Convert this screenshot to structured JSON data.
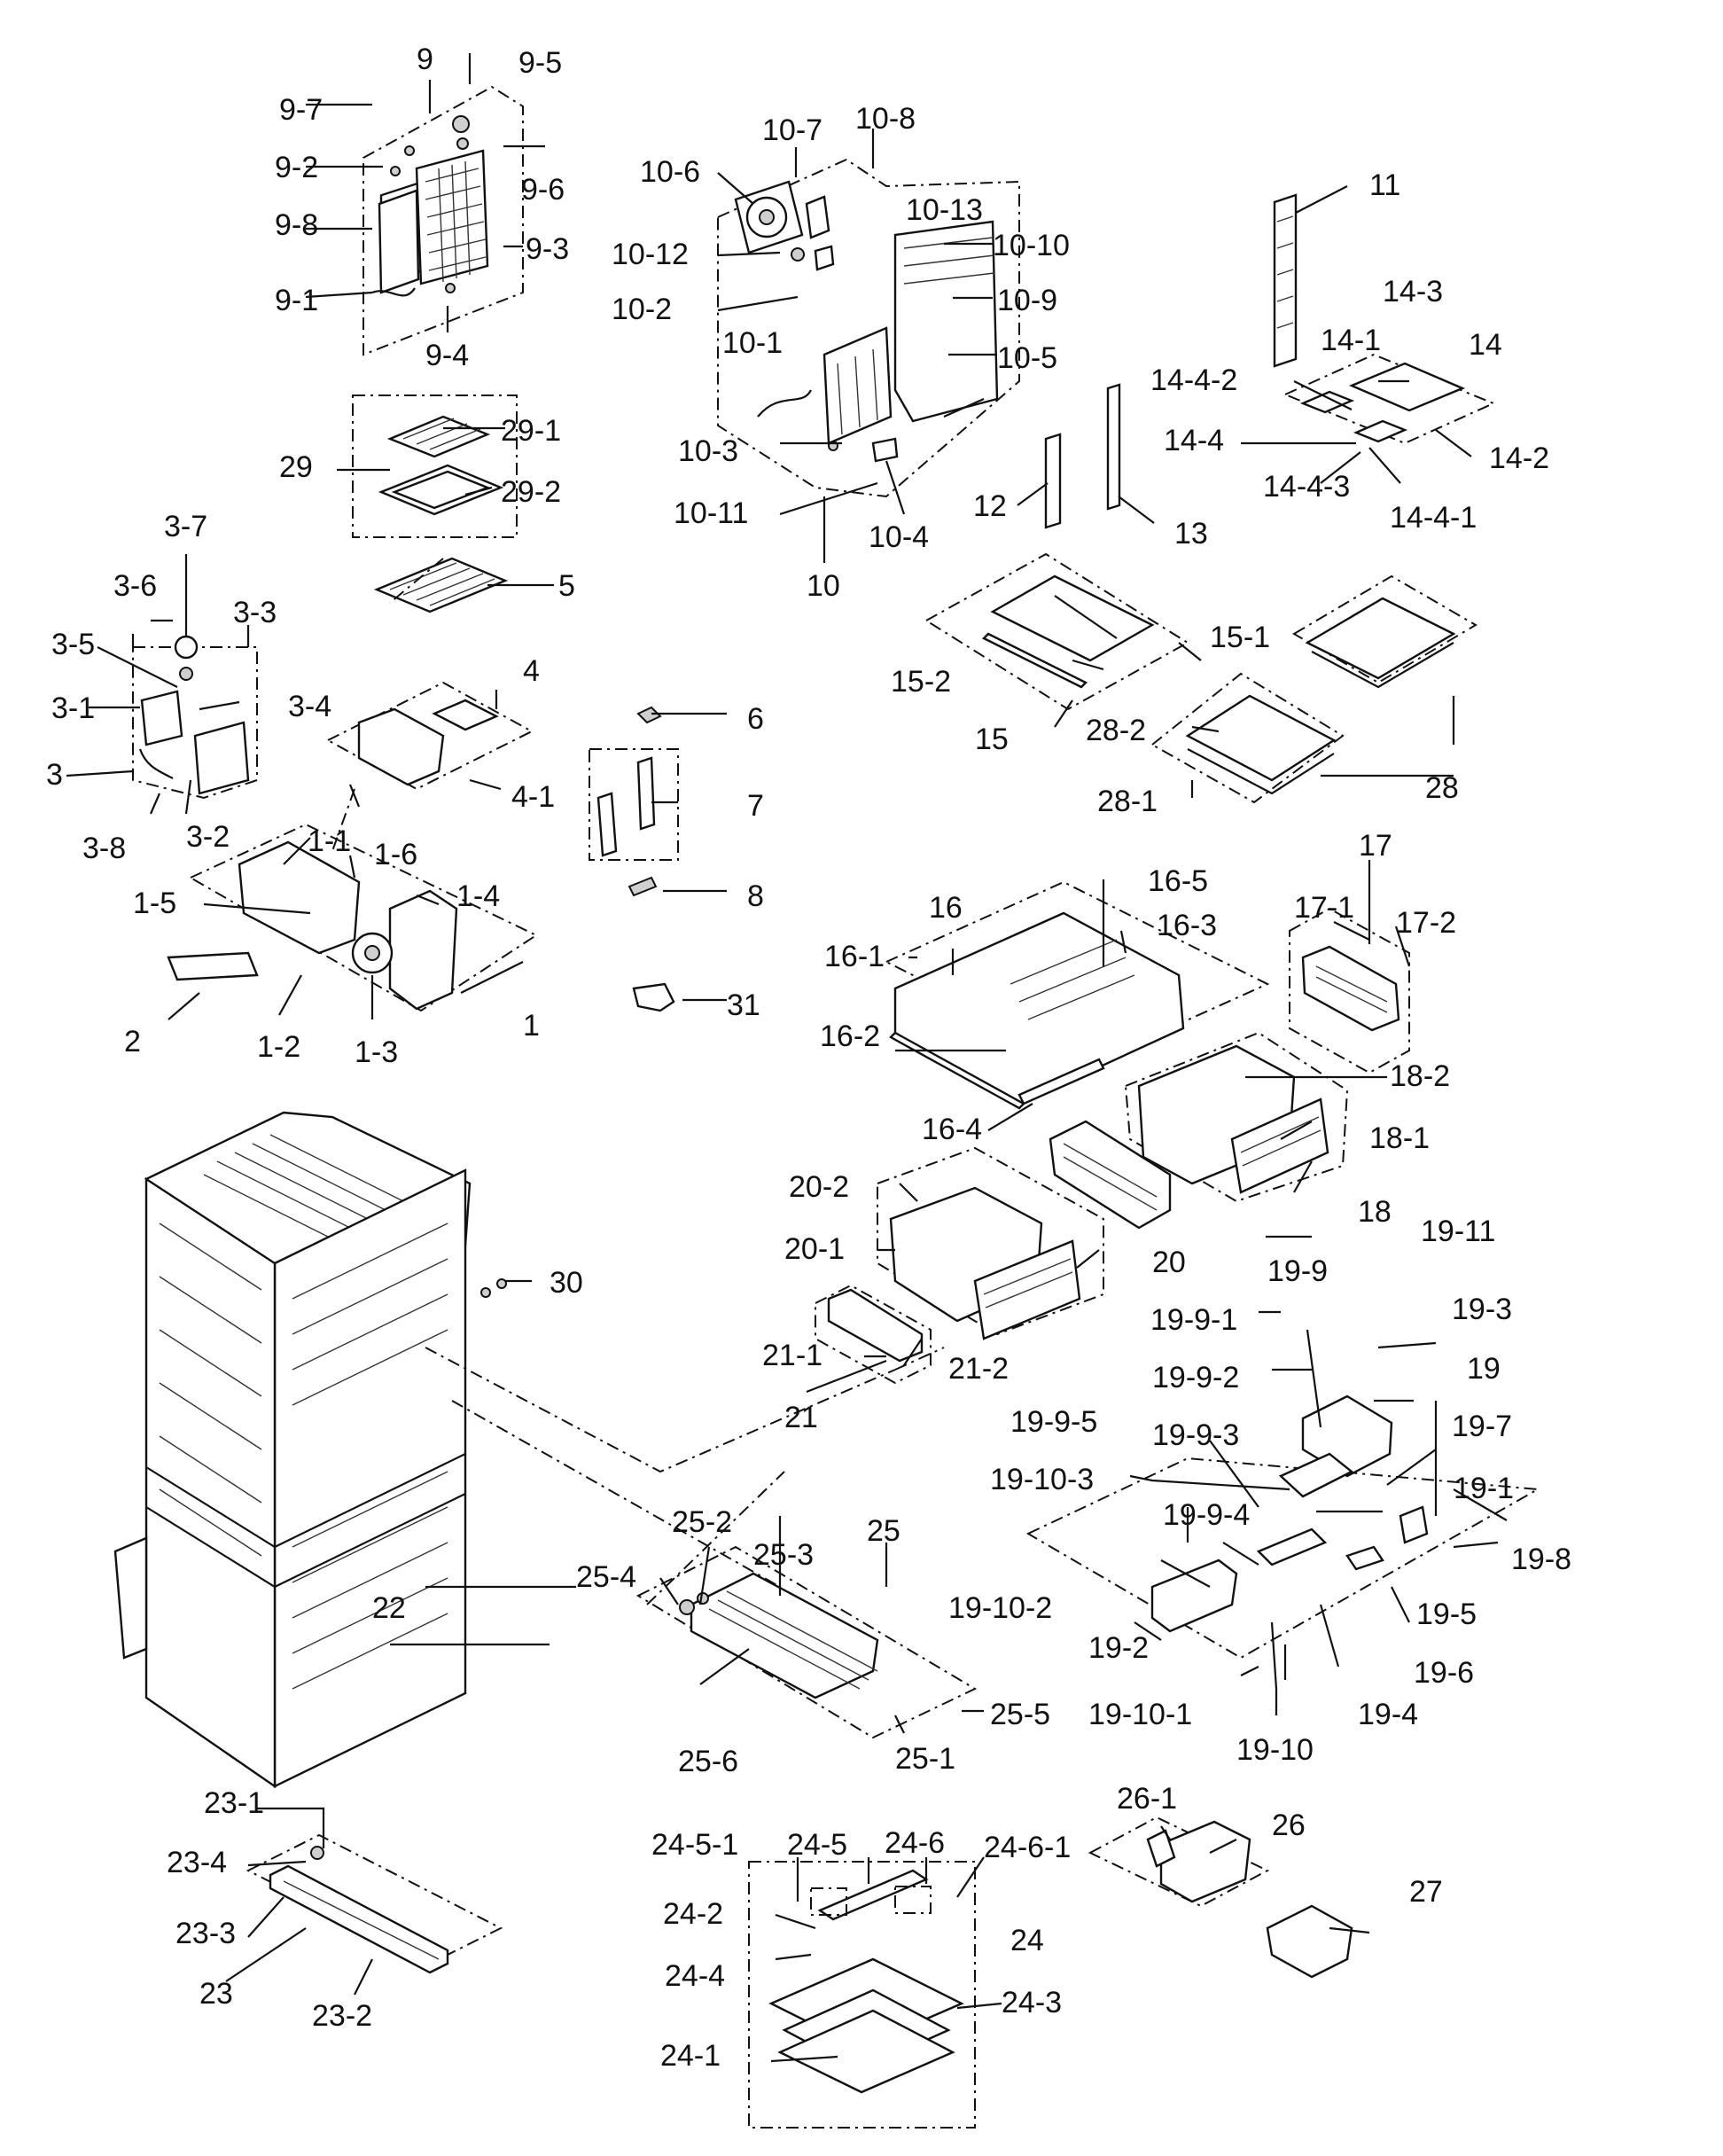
{
  "diagram": {
    "labels": [
      {
        "id": "9",
        "text": "9"
      },
      {
        "id": "9-5",
        "text": "9-5"
      },
      {
        "id": "9-7",
        "text": "9-7"
      },
      {
        "id": "9-2",
        "text": "9-2"
      },
      {
        "id": "9-6",
        "text": "9-6"
      },
      {
        "id": "9-8",
        "text": "9-8"
      },
      {
        "id": "9-3",
        "text": "9-3"
      },
      {
        "id": "9-1",
        "text": "9-1"
      },
      {
        "id": "9-4",
        "text": "9-4"
      },
      {
        "id": "10-7",
        "text": "10-7"
      },
      {
        "id": "10-8",
        "text": "10-8"
      },
      {
        "id": "10-6",
        "text": "10-6"
      },
      {
        "id": "10-13",
        "text": "10-13"
      },
      {
        "id": "10-12",
        "text": "10-12"
      },
      {
        "id": "10-10",
        "text": "10-10"
      },
      {
        "id": "10-2",
        "text": "10-2"
      },
      {
        "id": "10-9",
        "text": "10-9"
      },
      {
        "id": "10-1",
        "text": "10-1"
      },
      {
        "id": "10-5",
        "text": "10-5"
      },
      {
        "id": "10-3",
        "text": "10-3"
      },
      {
        "id": "10-11",
        "text": "10-11"
      },
      {
        "id": "10-4",
        "text": "10-4"
      },
      {
        "id": "10",
        "text": "10"
      },
      {
        "id": "11",
        "text": "11"
      },
      {
        "id": "14-3",
        "text": "14-3"
      },
      {
        "id": "14-1",
        "text": "14-1"
      },
      {
        "id": "14",
        "text": "14"
      },
      {
        "id": "14-4-2",
        "text": "14-4-2"
      },
      {
        "id": "14-4",
        "text": "14-4"
      },
      {
        "id": "14-2",
        "text": "14-2"
      },
      {
        "id": "14-4-3",
        "text": "14-4-3"
      },
      {
        "id": "14-4-1",
        "text": "14-4-1"
      },
      {
        "id": "12",
        "text": "12"
      },
      {
        "id": "13",
        "text": "13"
      },
      {
        "id": "29",
        "text": "29"
      },
      {
        "id": "29-1",
        "text": "29-1"
      },
      {
        "id": "29-2",
        "text": "29-2"
      },
      {
        "id": "5",
        "text": "5"
      },
      {
        "id": "3-7",
        "text": "3-7"
      },
      {
        "id": "3-6",
        "text": "3-6"
      },
      {
        "id": "3-3",
        "text": "3-3"
      },
      {
        "id": "3-5",
        "text": "3-5"
      },
      {
        "id": "3-1",
        "text": "3-1"
      },
      {
        "id": "3-4",
        "text": "3-4"
      },
      {
        "id": "3",
        "text": "3"
      },
      {
        "id": "3-8",
        "text": "3-8"
      },
      {
        "id": "3-2",
        "text": "3-2"
      },
      {
        "id": "4",
        "text": "4"
      },
      {
        "id": "4-1",
        "text": "4-1"
      },
      {
        "id": "6",
        "text": "6"
      },
      {
        "id": "7",
        "text": "7"
      },
      {
        "id": "8",
        "text": "8"
      },
      {
        "id": "31",
        "text": "31"
      },
      {
        "id": "1-1",
        "text": "1-1"
      },
      {
        "id": "1-6",
        "text": "1-6"
      },
      {
        "id": "1-5",
        "text": "1-5"
      },
      {
        "id": "1-4",
        "text": "1-4"
      },
      {
        "id": "1",
        "text": "1"
      },
      {
        "id": "2",
        "text": "2"
      },
      {
        "id": "1-2",
        "text": "1-2"
      },
      {
        "id": "1-3",
        "text": "1-3"
      },
      {
        "id": "15-1",
        "text": "15-1"
      },
      {
        "id": "15-2",
        "text": "15-2"
      },
      {
        "id": "15",
        "text": "15"
      },
      {
        "id": "28-2",
        "text": "28-2"
      },
      {
        "id": "28-1",
        "text": "28-1"
      },
      {
        "id": "28",
        "text": "28"
      },
      {
        "id": "16-5",
        "text": "16-5"
      },
      {
        "id": "16",
        "text": "16"
      },
      {
        "id": "16-3",
        "text": "16-3"
      },
      {
        "id": "16-1",
        "text": "16-1"
      },
      {
        "id": "16-2",
        "text": "16-2"
      },
      {
        "id": "16-4",
        "text": "16-4"
      },
      {
        "id": "17",
        "text": "17"
      },
      {
        "id": "17-1",
        "text": "17-1"
      },
      {
        "id": "17-2",
        "text": "17-2"
      },
      {
        "id": "18-2",
        "text": "18-2"
      },
      {
        "id": "18-1",
        "text": "18-1"
      },
      {
        "id": "18",
        "text": "18"
      },
      {
        "id": "20-2",
        "text": "20-2"
      },
      {
        "id": "20-1",
        "text": "20-1"
      },
      {
        "id": "20",
        "text": "20"
      },
      {
        "id": "21-1",
        "text": "21-1"
      },
      {
        "id": "21-2",
        "text": "21-2"
      },
      {
        "id": "21",
        "text": "21"
      },
      {
        "id": "30",
        "text": "30"
      },
      {
        "id": "22",
        "text": "22"
      },
      {
        "id": "19-9",
        "text": "19-9"
      },
      {
        "id": "19-11",
        "text": "19-11"
      },
      {
        "id": "19-9-1",
        "text": "19-9-1"
      },
      {
        "id": "19-3",
        "text": "19-3"
      },
      {
        "id": "19",
        "text": "19"
      },
      {
        "id": "19-9-2",
        "text": "19-9-2"
      },
      {
        "id": "19-7",
        "text": "19-7"
      },
      {
        "id": "19-9-5",
        "text": "19-9-5"
      },
      {
        "id": "19-9-3",
        "text": "19-9-3"
      },
      {
        "id": "19-1",
        "text": "19-1"
      },
      {
        "id": "19-10-3",
        "text": "19-10-3"
      },
      {
        "id": "19-9-4",
        "text": "19-9-4"
      },
      {
        "id": "19-8",
        "text": "19-8"
      },
      {
        "id": "19-10-2",
        "text": "19-10-2"
      },
      {
        "id": "19-5",
        "text": "19-5"
      },
      {
        "id": "19-2",
        "text": "19-2"
      },
      {
        "id": "19-6",
        "text": "19-6"
      },
      {
        "id": "19-10-1",
        "text": "19-10-1"
      },
      {
        "id": "19-4",
        "text": "19-4"
      },
      {
        "id": "19-10",
        "text": "19-10"
      },
      {
        "id": "25-2",
        "text": "25-2"
      },
      {
        "id": "25",
        "text": "25"
      },
      {
        "id": "25-3",
        "text": "25-3"
      },
      {
        "id": "25-4",
        "text": "25-4"
      },
      {
        "id": "25-5",
        "text": "25-5"
      },
      {
        "id": "25-6",
        "text": "25-6"
      },
      {
        "id": "25-1",
        "text": "25-1"
      },
      {
        "id": "26-1",
        "text": "26-1"
      },
      {
        "id": "26",
        "text": "26"
      },
      {
        "id": "27",
        "text": "27"
      },
      {
        "id": "23-1",
        "text": "23-1"
      },
      {
        "id": "23-4",
        "text": "23-4"
      },
      {
        "id": "23-3",
        "text": "23-3"
      },
      {
        "id": "23",
        "text": "23"
      },
      {
        "id": "23-2",
        "text": "23-2"
      },
      {
        "id": "24-5-1",
        "text": "24-5-1"
      },
      {
        "id": "24-5",
        "text": "24-5"
      },
      {
        "id": "24-6",
        "text": "24-6"
      },
      {
        "id": "24-6-1",
        "text": "24-6-1"
      },
      {
        "id": "24-2",
        "text": "24-2"
      },
      {
        "id": "24",
        "text": "24"
      },
      {
        "id": "24-4",
        "text": "24-4"
      },
      {
        "id": "24-3",
        "text": "24-3"
      },
      {
        "id": "24-1",
        "text": "24-1"
      }
    ]
  }
}
